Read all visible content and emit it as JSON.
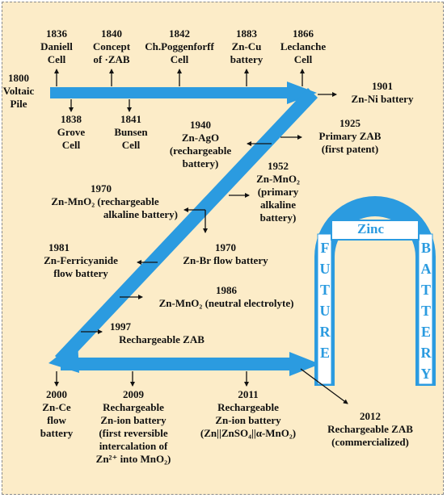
{
  "colors": {
    "panel_bg": "#fcecc8",
    "arrow_blue": "#2b9be0",
    "border": "#8a8a8a",
    "text": "#111111"
  },
  "events": {
    "e1800": {
      "year": "1800",
      "lines": [
        "Voltaic",
        "Pile"
      ]
    },
    "e1836": {
      "year": "1836",
      "lines": [
        "Daniell",
        "Cell"
      ]
    },
    "e1838": {
      "year": "1838",
      "lines": [
        "Grove",
        "Cell"
      ]
    },
    "e1840": {
      "year": "1840",
      "lines": [
        "Concept",
        "of ·ZAB"
      ]
    },
    "e1841": {
      "year": "1841",
      "lines": [
        "Bunsen",
        "Cell"
      ]
    },
    "e1842": {
      "year": "1842",
      "lines": [
        "Ch.Poggenforff",
        "Cell"
      ]
    },
    "e1883": {
      "year": "1883",
      "lines": [
        "Zn-Cu",
        "battery"
      ]
    },
    "e1866": {
      "year": "1866",
      "lines": [
        "Leclanche",
        "Cell"
      ]
    },
    "e1901": {
      "year": "1901",
      "lines": [
        "Zn-Ni battery"
      ]
    },
    "e1925": {
      "year": "1925",
      "lines": [
        "Primary ZAB",
        "(first patent)"
      ]
    },
    "e1940": {
      "year": "1940",
      "lines": [
        "Zn-AgO",
        "(rechargeable",
        "battery)"
      ]
    },
    "e1952": {
      "year": "1952",
      "lines": [
        "Zn-MnO₂",
        "(primary",
        "alkaline",
        "battery)"
      ]
    },
    "e1970a": {
      "year": "1970",
      "lines": [
        "Zn-MnO₂ (rechargeable",
        "alkaline battery)"
      ]
    },
    "e1970b": {
      "year": "1970",
      "lines": [
        "Zn-Br flow battery"
      ]
    },
    "e1981": {
      "year": "1981",
      "lines": [
        "Zn-Ferricyanide",
        "flow battery"
      ]
    },
    "e1986": {
      "year": "1986",
      "lines": [
        "Zn-MnO₂ (neutral electrolyte)"
      ]
    },
    "e1997": {
      "year": "1997",
      "lines": [
        "Rechargeable ZAB"
      ]
    },
    "e2000": {
      "year": "2000",
      "lines": [
        "Zn-Ce",
        "flow",
        "battery"
      ]
    },
    "e2009": {
      "year": "2009",
      "lines": [
        "Rechargeable",
        "Zn-ion battery",
        "(first reversible",
        "intercalation of",
        "Zn²⁺ into MnO₂)"
      ]
    },
    "e2011": {
      "year": "2011",
      "lines": [
        "Rechargeable",
        "Zn-ion battery",
        "(Zn||ZnSO₄||α-MnO₂)"
      ]
    },
    "e2012": {
      "year": "2012",
      "lines": [
        "Rechargeable ZAB",
        "(commercialized)"
      ]
    }
  },
  "future": {
    "arch_label": "Zinc",
    "left_word": [
      "F",
      "U",
      "T",
      "U",
      "R",
      "E"
    ],
    "right_word": [
      "B",
      "A",
      "T",
      "T",
      "E",
      "R",
      "Y"
    ]
  }
}
